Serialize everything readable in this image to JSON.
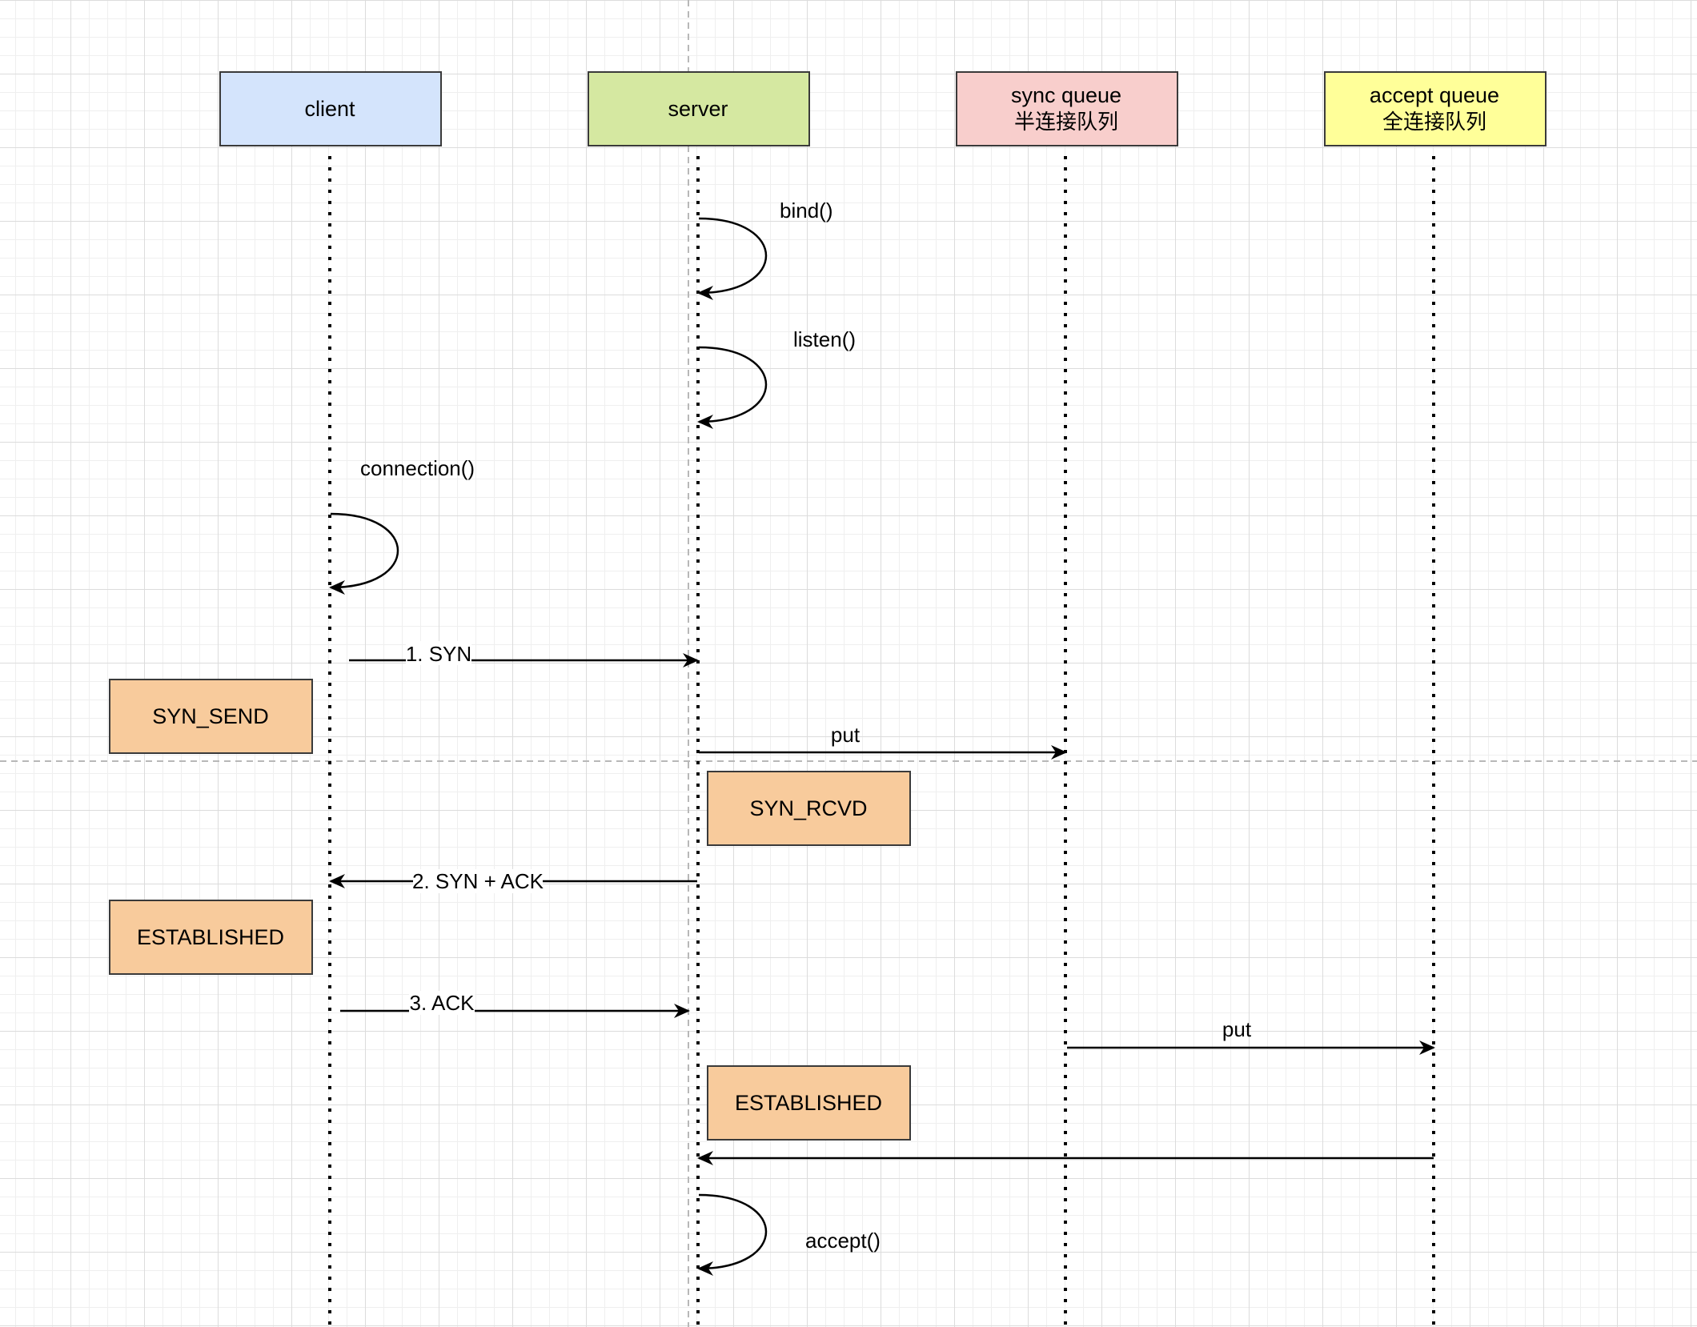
{
  "participants": {
    "client": {
      "label": "client",
      "fill": "#d4e4fc"
    },
    "server": {
      "label": "server",
      "fill": "#d5e8a1"
    },
    "sync_queue": {
      "label": "sync queue",
      "sublabel": "半连接队列",
      "fill": "#f8cecc"
    },
    "accept_queue": {
      "label": "accept queue",
      "sublabel": "全连接队列",
      "fill": "#ffff99"
    }
  },
  "calls": {
    "bind": "bind()",
    "listen": "listen()",
    "connection": "connection()",
    "accept": "accept()"
  },
  "messages": {
    "syn": "1. SYN",
    "put_sync": "put",
    "syn_ack": "2. SYN + ACK",
    "ack": "3. ACK",
    "put_accept": "put"
  },
  "states": {
    "client_syn_send": "SYN_SEND",
    "server_syn_rcvd": "SYN_RCVD",
    "client_established": "ESTABLISHED",
    "server_established": "ESTABLISHED"
  },
  "colors": {
    "state_fill": "#f8cb9c",
    "stroke": "#3a3a3a"
  }
}
